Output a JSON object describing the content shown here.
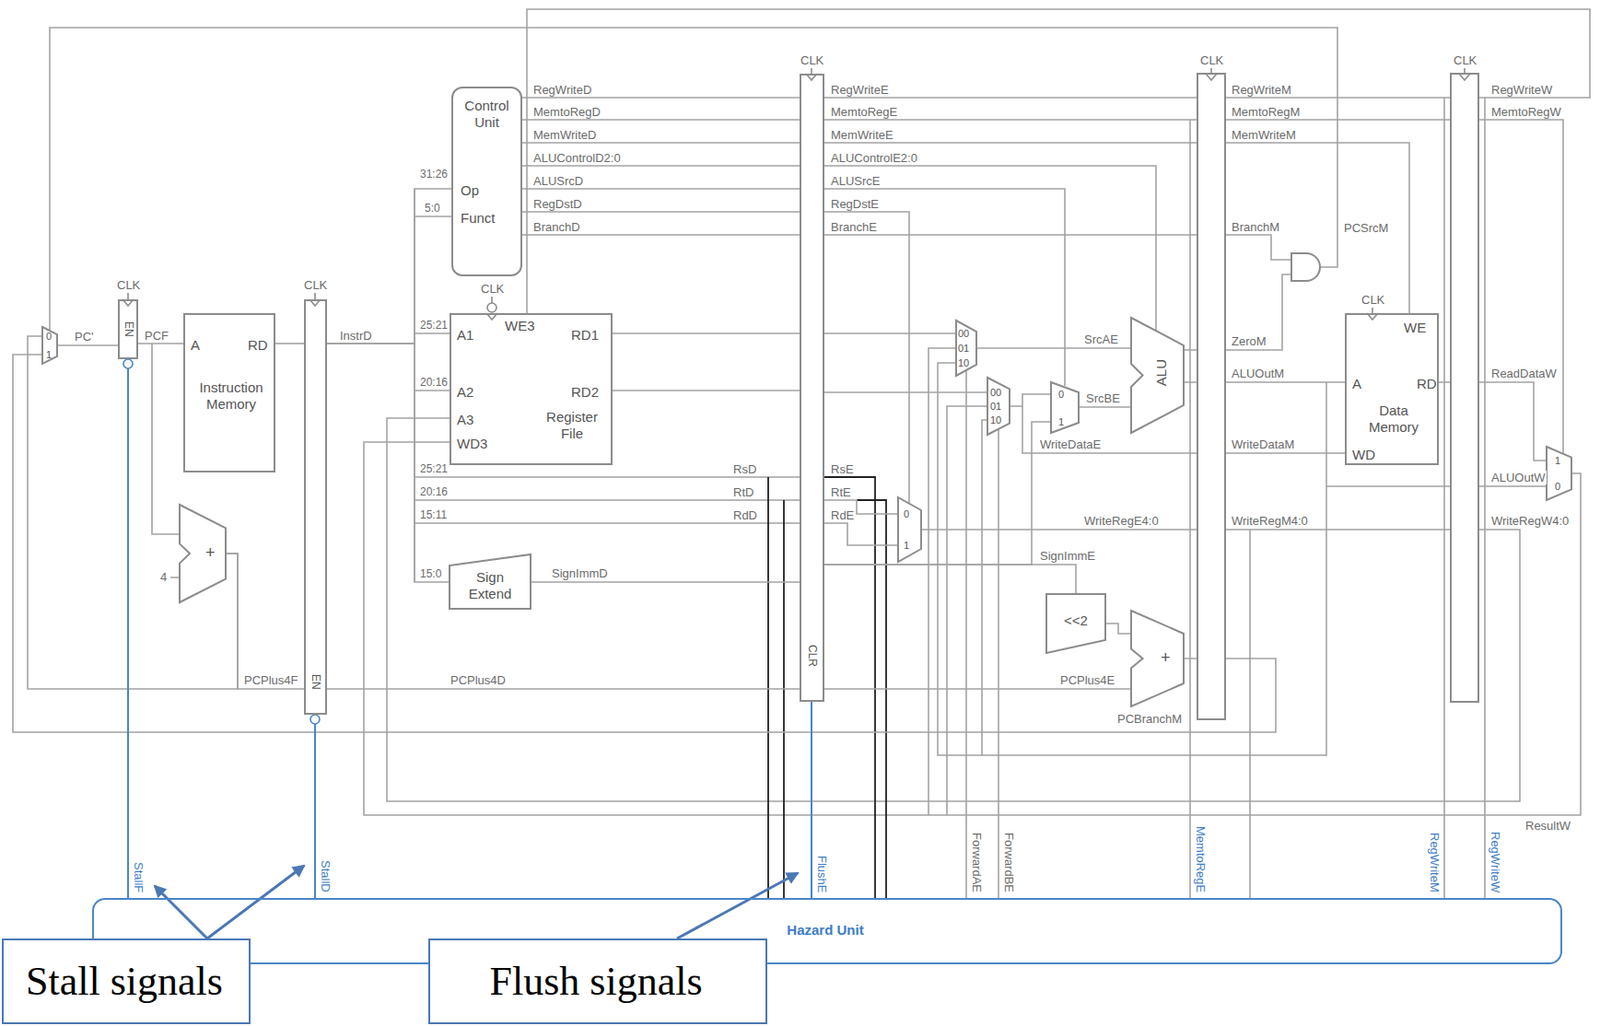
{
  "diagram": {
    "nodes": [
      {
        "text": [
          "0",
          "1"
        ]
      },
      {
        "text": [
          "EN"
        ]
      },
      {
        "text": [
          "A",
          "RD",
          "Instruction Memory"
        ]
      },
      {
        "text": [
          "+"
        ]
      },
      {
        "text": [
          "EN"
        ]
      },
      {
        "text": [
          "Control Unit",
          "Op",
          "Funct"
        ]
      },
      {
        "text": [
          "WE3",
          "A1",
          "RD1",
          "A2",
          "RD2",
          "A3",
          "WD3",
          "Register File"
        ]
      },
      {
        "text": [
          "Sign Extend"
        ]
      },
      {
        "text": [
          "CLR"
        ]
      },
      {
        "text": [
          "0",
          "1"
        ]
      },
      {
        "text": [
          "00",
          "01",
          "10"
        ]
      },
      {
        "text": [
          "00",
          "01",
          "10"
        ]
      },
      {
        "text": [
          "0",
          "1"
        ]
      },
      {
        "text": [
          "ALU"
        ]
      },
      {
        "text": [
          "<<2"
        ]
      },
      {
        "text": [
          "+"
        ]
      },
      {
        "text": [
          "WE",
          "A",
          "RD",
          "WD",
          "Data Memory"
        ]
      },
      {
        "text": [
          "1",
          "0"
        ]
      },
      {
        "text": [
          "Hazard Unit"
        ]
      },
      {
        "text": [
          "Stall signals"
        ]
      },
      {
        "text": [
          "Flush signals"
        ]
      }
    ],
    "edges": [
      {
        "from": 0,
        "to": 1,
        "arrow": "none"
      },
      {
        "from": 1,
        "to": 2,
        "arrow": "none"
      },
      {
        "from": 2,
        "to": 4,
        "arrow": "none"
      },
      {
        "from": 3,
        "to": 4,
        "arrow": "none"
      },
      {
        "from": 3,
        "to": 0,
        "arrow": "none"
      },
      {
        "from": 4,
        "to": 5,
        "arrow": "none"
      },
      {
        "from": 4,
        "to": 6,
        "arrow": "none"
      },
      {
        "from": 4,
        "to": 7,
        "arrow": "none"
      },
      {
        "from": 4,
        "to": 8,
        "label": "PCPlus4D",
        "arrow": "none"
      },
      {
        "from": 5,
        "to": 8,
        "label": "RegWriteD",
        "arrow": "none"
      },
      {
        "from": 5,
        "to": 8,
        "label": "MemtoRegD",
        "arrow": "none"
      },
      {
        "from": 5,
        "to": 8,
        "label": "MemWriteD",
        "arrow": "none"
      },
      {
        "from": 5,
        "to": 8,
        "label": "ALUControlD2:0",
        "arrow": "none"
      },
      {
        "from": 5,
        "to": 8,
        "label": "ALUSrcD",
        "arrow": "none"
      },
      {
        "from": 5,
        "to": 8,
        "label": "RegDstD",
        "arrow": "none"
      },
      {
        "from": 5,
        "to": 8,
        "label": "BranchD",
        "arrow": "none"
      },
      {
        "from": 6,
        "to": 8,
        "arrow": "none"
      },
      {
        "from": 6,
        "to": 8,
        "arrow": "none"
      },
      {
        "from": 7,
        "to": 8,
        "label": "SignImmD",
        "arrow": "none"
      },
      {
        "from": 8,
        "to": 9,
        "label": "RtE",
        "arrow": "none"
      },
      {
        "from": 8,
        "to": 9,
        "label": "RdE",
        "arrow": "none"
      },
      {
        "from": 8,
        "to": 10,
        "arrow": "none"
      },
      {
        "from": 8,
        "to": 11,
        "arrow": "none"
      },
      {
        "from": 10,
        "to": 13,
        "arrow": "none"
      },
      {
        "from": 11,
        "to": 12,
        "arrow": "none"
      },
      {
        "from": 12,
        "to": 13,
        "arrow": "none"
      },
      {
        "from": 8,
        "to": 12,
        "arrow": "none"
      },
      {
        "from": 8,
        "to": 14,
        "arrow": "none"
      },
      {
        "from": 14,
        "to": 15,
        "arrow": "none"
      },
      {
        "from": 8,
        "to": 15,
        "label": "PCPlus4E",
        "arrow": "none"
      },
      {
        "from": 15,
        "to": 0,
        "arrow": "none"
      },
      {
        "from": 18,
        "to": 1,
        "arrow": "none"
      },
      {
        "from": 18,
        "to": 4,
        "arrow": "none"
      },
      {
        "from": 18,
        "to": 8,
        "arrow": "none"
      },
      {
        "from": 18,
        "to": 10,
        "arrow": "none"
      },
      {
        "from": 18,
        "to": 11,
        "arrow": "none"
      }
    ],
    "labels": [
      "CLK",
      "CLK",
      "CLK",
      "CLK",
      "CLK",
      "CLK",
      "CLK",
      "PC'",
      "PCF",
      "InstrD",
      "31:26",
      "5:0",
      "25:21",
      "20:16",
      "25:21",
      "20:16",
      "15:11",
      "15:0",
      "RsD",
      "RtD",
      "RdD",
      "4",
      "PCPlus4F",
      "RegWriteE",
      "MemtoRegE",
      "MemWriteE",
      "ALUControlE2:0",
      "ALUSrcE",
      "RegDstE",
      "BranchE",
      "RsE",
      "SrcAE",
      "SrcBE",
      "WriteDataE",
      "SignImmE",
      "WriteRegE4:0",
      "RegWriteM",
      "MemtoRegM",
      "MemWriteM",
      "BranchM",
      "PCSrcM",
      "ZeroM",
      "ALUOutM",
      "WriteDataM",
      "WriteRegM4:0",
      "PCBranchM",
      "RegWriteW",
      "MemtoRegW",
      "ReadDataW",
      "ALUOutW",
      "WriteRegW4:0",
      "ResultW",
      "StallF",
      "StallD",
      "FlushE",
      "ForwardAE",
      "ForwardBE",
      "MemtoRegE",
      "RegWriteM",
      "RegWriteW"
    ]
  }
}
